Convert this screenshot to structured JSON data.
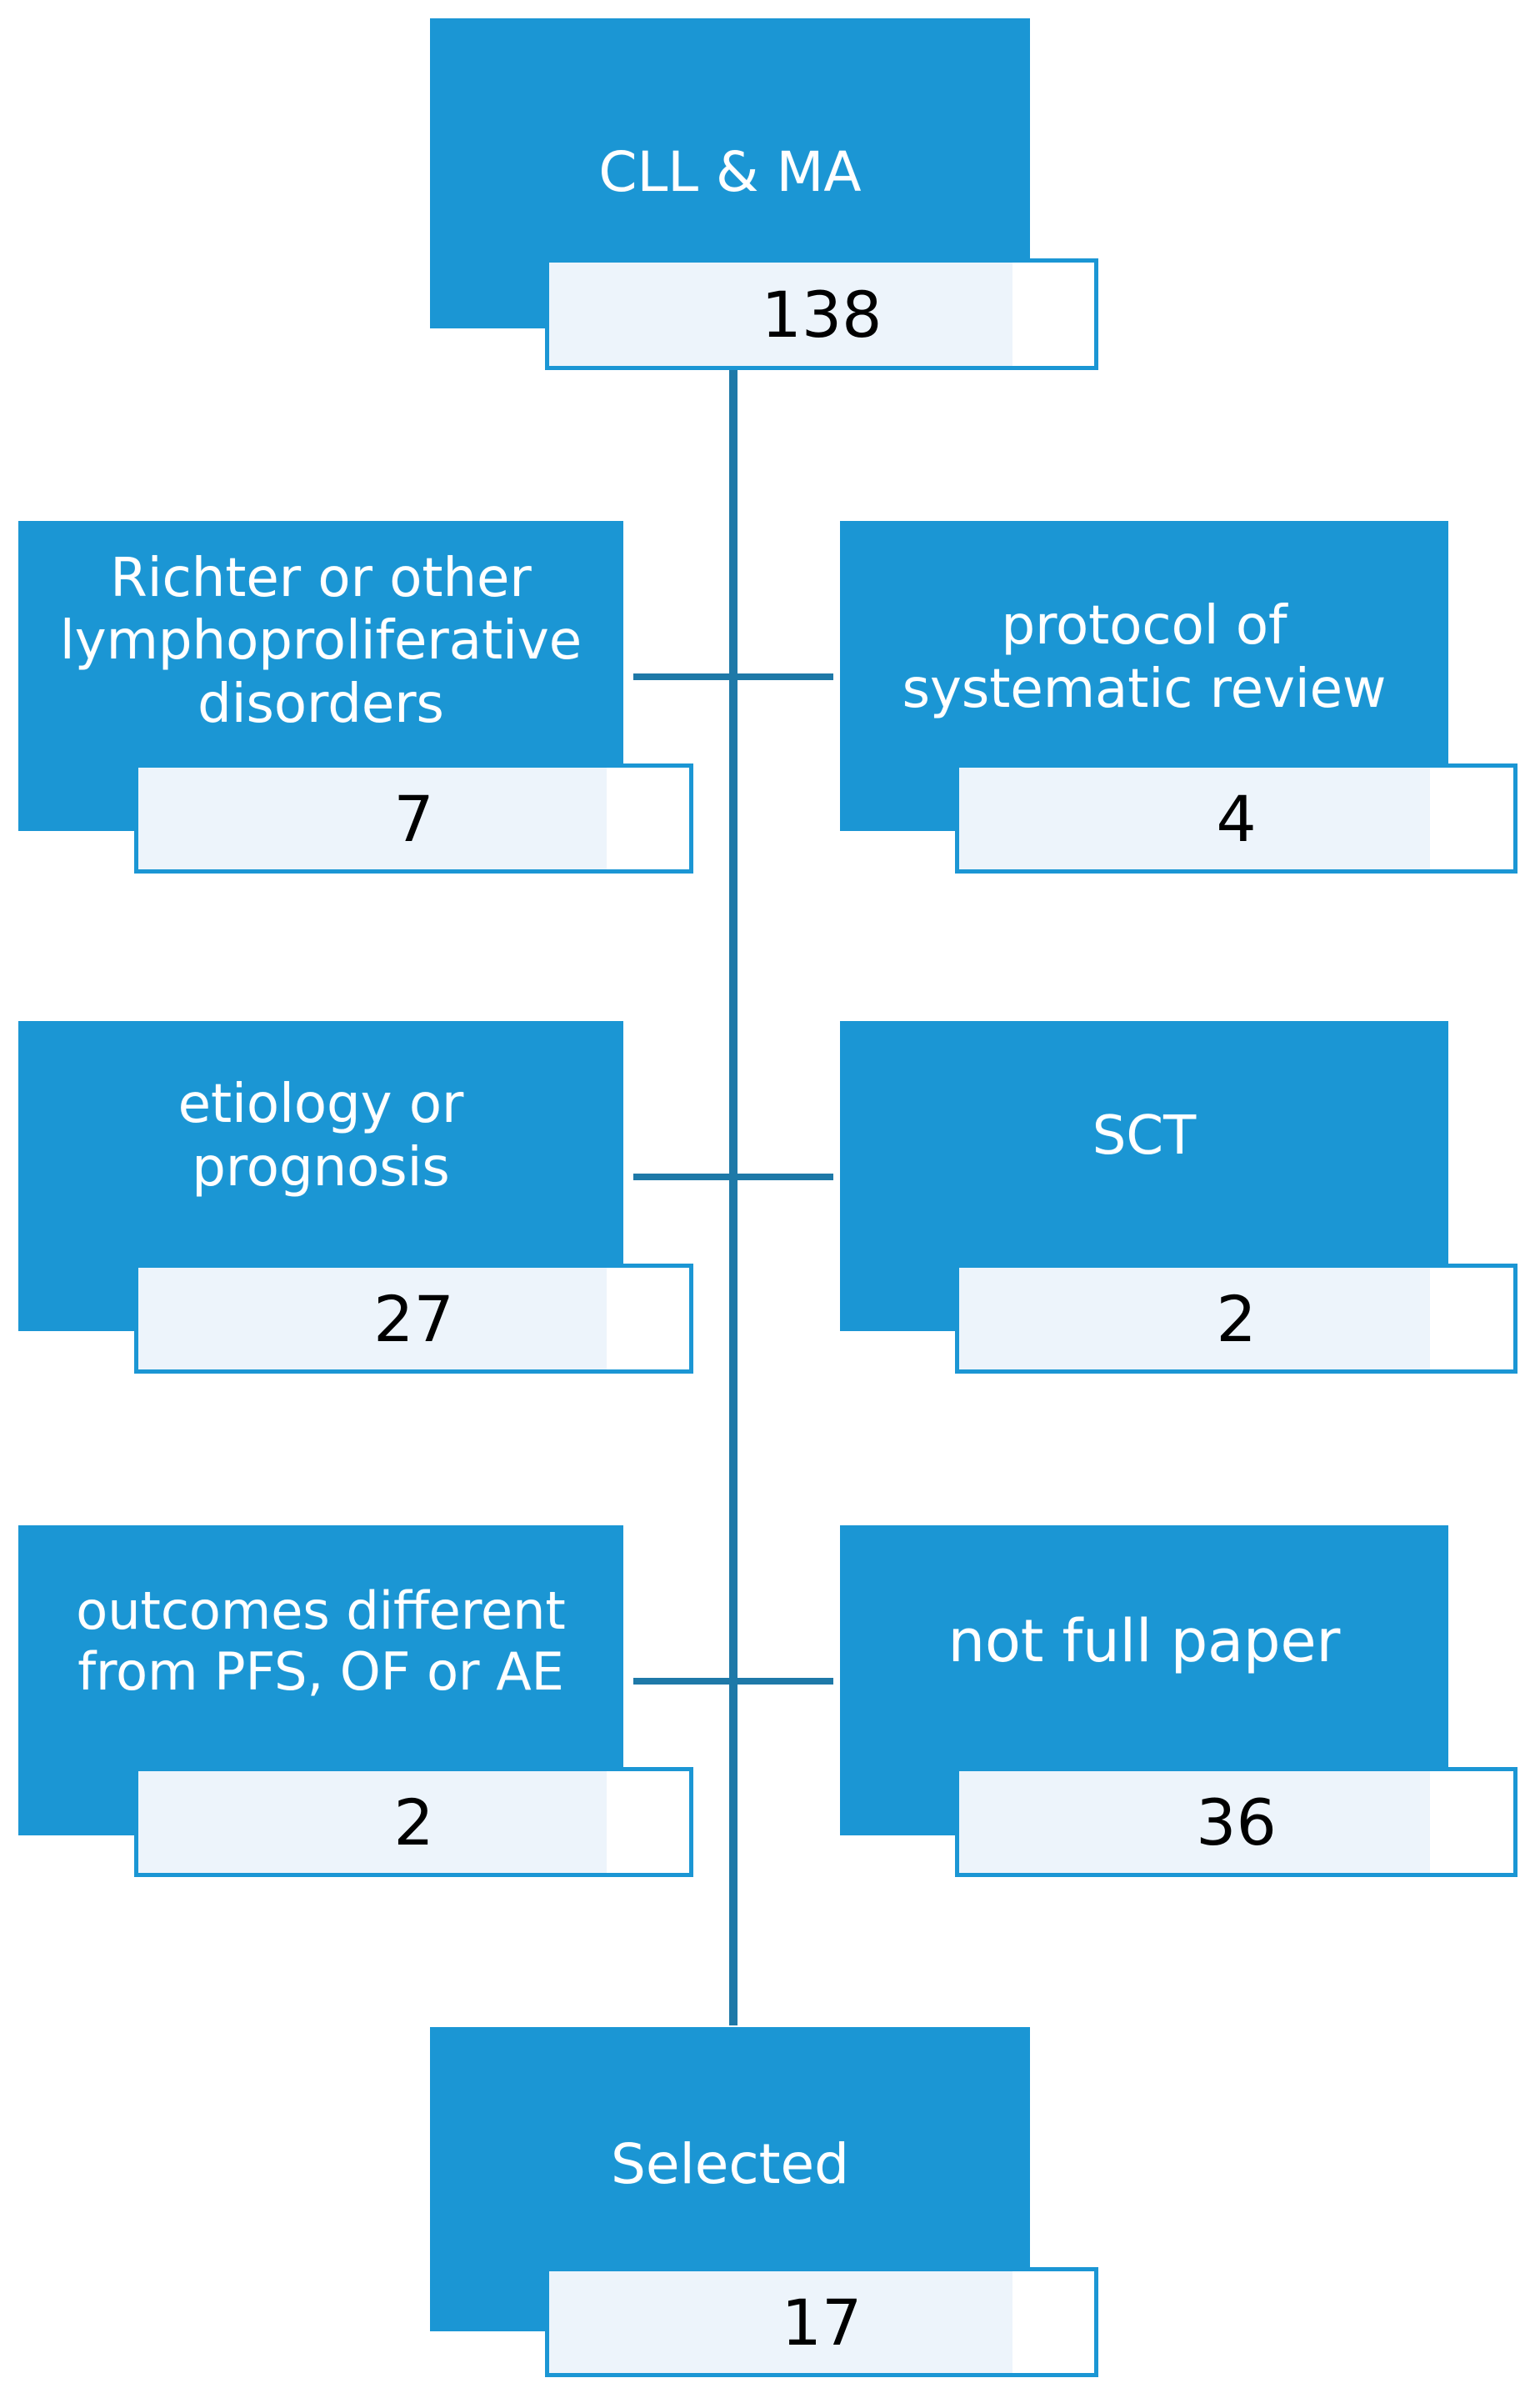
{
  "flow": {
    "start": {
      "label": "CLL & MA",
      "count": "138"
    },
    "exclusions": [
      {
        "label": "Richter or other\nlymphoproliferative\ndisorders",
        "count": "7"
      },
      {
        "label": "protocol of\nsystematic review",
        "count": "4"
      },
      {
        "label": "etiology or\nprognosis",
        "count": "27"
      },
      {
        "label": "SCT",
        "count": "2"
      },
      {
        "label": "outcomes different\nfrom PFS, OF or AE",
        "count": "2"
      },
      {
        "label": "not full paper",
        "count": "36"
      }
    ],
    "end": {
      "label": "Selected",
      "count": "17"
    }
  },
  "colors": {
    "box_fill": "#1b96d4",
    "connector": "#1e79a8",
    "count_fill": "#edf4fb"
  }
}
